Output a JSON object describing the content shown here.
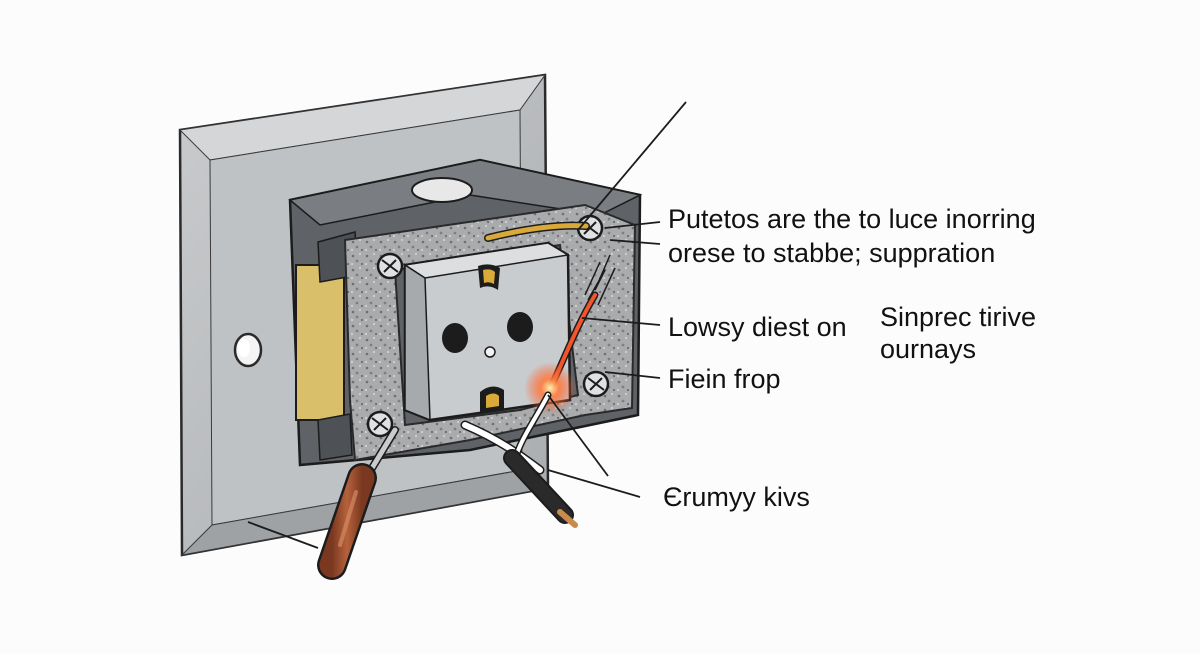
{
  "labels": {
    "callout_1_line_1": "Putetos are the to luce inorring",
    "callout_1_line_2": "orese to stabbe; suppration",
    "callout_2": "Lowsy diest on",
    "callout_3_line_1": "Sinprec tirive",
    "callout_3_line_2": "ournays",
    "callout_4": "Fiein frop",
    "callout_5": "Єrumyy kivs"
  },
  "colors": {
    "faceplate": "#b9bcbf",
    "box_dark": "#5f6266",
    "insulation": "#a7a9ab",
    "receptacle": "#c9cccf",
    "wire_yellow": "#d9a93a",
    "spark": "#f2552c",
    "screwdriver_handle": "#9b4a2b",
    "ink": "#1c1c1c"
  },
  "icons": [
    "screw-icon",
    "spark-icon",
    "screwdriver-icon"
  ]
}
